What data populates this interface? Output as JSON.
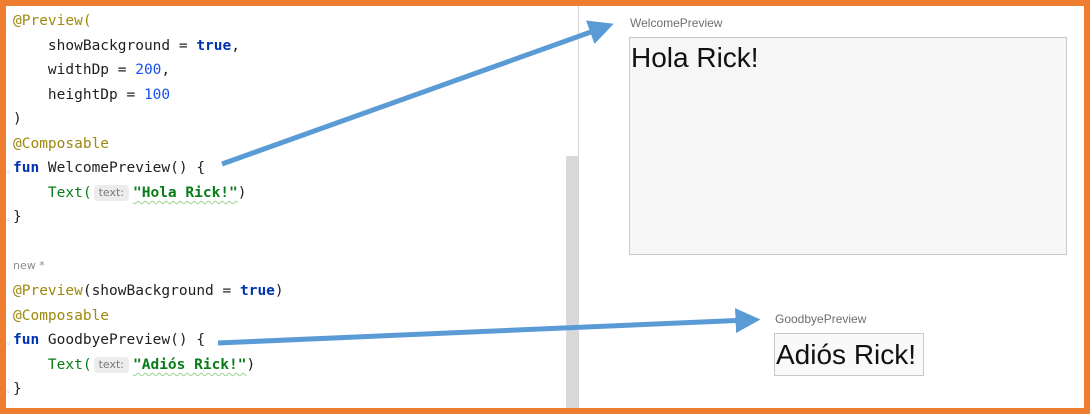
{
  "code": {
    "lines": [
      [
        {
          "c": "ann",
          "t": "@Preview("
        }
      ],
      [
        {
          "c": "",
          "t": "    showBackground = "
        },
        {
          "c": "kw",
          "t": "true"
        },
        {
          "c": "",
          "t": ","
        }
      ],
      [
        {
          "c": "",
          "t": "    widthDp = "
        },
        {
          "c": "num",
          "t": "200"
        },
        {
          "c": "",
          "t": ","
        }
      ],
      [
        {
          "c": "",
          "t": "    heightDp = "
        },
        {
          "c": "num",
          "t": "100"
        }
      ],
      [
        {
          "c": "",
          "t": ")"
        }
      ],
      [
        {
          "c": "ann",
          "t": "@Composable"
        }
      ],
      [
        {
          "c": "kw",
          "t": "fun "
        },
        {
          "c": "",
          "t": "WelcomePreview() {"
        }
      ],
      [
        {
          "c": "",
          "t": "    "
        },
        {
          "c": "fnc",
          "t": "Text("
        },
        {
          "c": "hint",
          "t": "text:"
        },
        {
          "c": "str squig",
          "t": "\"Hola Rick!\""
        },
        {
          "c": "",
          "t": ")"
        }
      ],
      [
        {
          "c": "",
          "t": "}"
        }
      ],
      [],
      [
        {
          "c": "ann",
          "t": "@Preview"
        },
        {
          "c": "",
          "t": "(showBackground = "
        },
        {
          "c": "kw",
          "t": "true"
        },
        {
          "c": "",
          "t": ")"
        }
      ],
      [
        {
          "c": "ann",
          "t": "@Composable"
        }
      ],
      [
        {
          "c": "kw",
          "t": "fun "
        },
        {
          "c": "",
          "t": "GoodbyePreview() {"
        }
      ],
      [
        {
          "c": "",
          "t": "    "
        },
        {
          "c": "fnc",
          "t": "Text("
        },
        {
          "c": "hint",
          "t": "text:"
        },
        {
          "c": "str squig",
          "t": "\"Adiós Rick!\""
        },
        {
          "c": "",
          "t": ")"
        }
      ],
      [
        {
          "c": "",
          "t": "}"
        }
      ]
    ],
    "new_label": "new *"
  },
  "preview": {
    "welcome_label": "WelcomePreview",
    "welcome_text": "Hola Rick!",
    "goodbye_label": "GoodbyePreview",
    "goodbye_text": "Adiós Rick!"
  },
  "colors": {
    "border": "#ee7d30",
    "arrow": "#5b9bd5",
    "annotation": "#9e880d",
    "keyword": "#0033b3",
    "number": "#1750eb",
    "string": "#067d17"
  }
}
